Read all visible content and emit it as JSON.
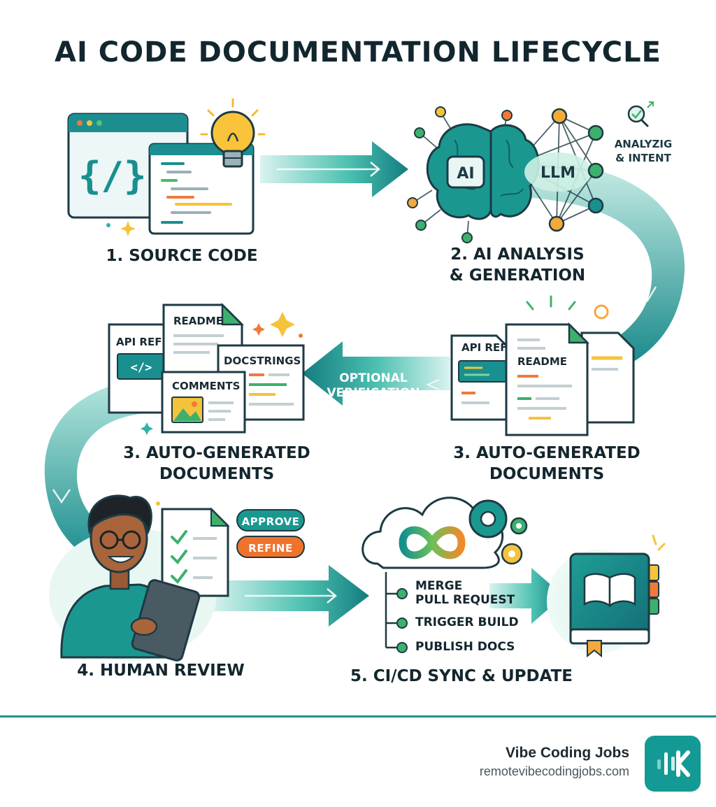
{
  "title": "AI CODE DOCUMENTATION LIFECYCLE",
  "steps": {
    "source": {
      "label_line1": "1. SOURCE CODE"
    },
    "analysis": {
      "label_line1": "2. AI ANALYSIS",
      "label_line2": "& GENERATION",
      "llm": "LLM",
      "ai": "AI",
      "intent_line1": "ANALYZIG",
      "intent_line2": "& INTENT"
    },
    "docs_right": {
      "label_line1": "3. AUTO-GENERATED",
      "label_line2": "DOCUMENTS",
      "doc_api": "API REF",
      "doc_readme": "README"
    },
    "verification": {
      "line1": "OPTIONAL",
      "line2": "VERIFICATION"
    },
    "docs_left": {
      "label_line1": "3. AUTO-GENERATED",
      "label_line2": "DOCUMENTS",
      "doc_api": "API REF",
      "doc_readme": "README",
      "doc_docstrings": "DOCSTRINGS",
      "doc_comments": "COMMENTS"
    },
    "review": {
      "label_line1": "4. HUMAN REVIEW",
      "approve": "APPROVE",
      "refine": "REFINE"
    },
    "cicd": {
      "label_line1": "5. CI/CD SYNC & UPDATE",
      "items": [
        "MERGE",
        "PULL REQUEST",
        "TRIGGER BUILD",
        "PUBLISH DOCS"
      ]
    }
  },
  "footer": {
    "brand": "Vibe Coding Jobs",
    "url": "remotevibecodingjobs.com"
  },
  "colors": {
    "teal": "#1a8f8f",
    "teal_dark": "#12757a",
    "green": "#29a36a",
    "orange": "#f0732c",
    "yellow": "#f5c33b"
  }
}
